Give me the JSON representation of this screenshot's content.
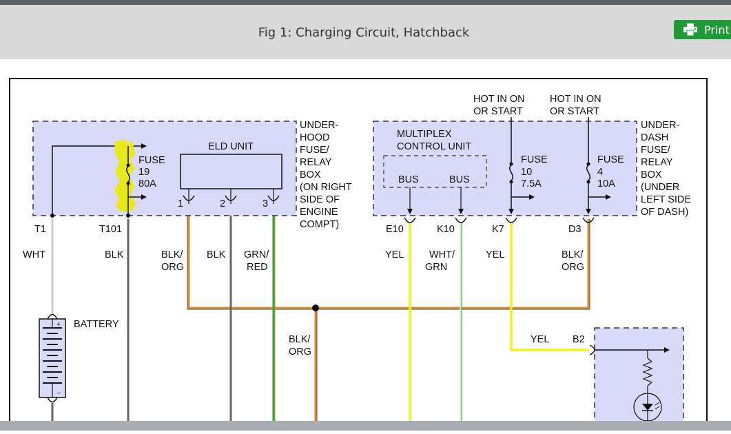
{
  "header": {
    "title": "Fig 1: Charging Circuit, Hatchback",
    "print_label": "Print"
  },
  "colors": {
    "box_fill": "#d9d9fa",
    "highlight": "#e8e81c",
    "wire_wht": "#cccccc",
    "wire_blk": "#666666",
    "wire_org": "#d98a2b",
    "wire_yel": "#f2f21a",
    "wire_grn": "#33aa33",
    "print_button": "#1f9a37"
  },
  "diagram": {
    "underhood_box": {
      "label_lines": [
        "UNDER-",
        "HOOD",
        "FUSE/",
        "RELAY",
        "BOX",
        "(ON RIGHT",
        "SIDE OF",
        "ENGINE",
        "COMPT)"
      ],
      "fuse_lines": [
        "FUSE",
        "19",
        "80A"
      ],
      "eld_label": "ELD UNIT",
      "eld_pins": [
        "1",
        "2",
        "3"
      ]
    },
    "underdash_box": {
      "label_lines": [
        "UNDER-",
        "DASH",
        "FUSE/",
        "RELAY",
        "BOX",
        "(UNDER",
        "LEFT SIDE",
        "OF DASH)"
      ],
      "multiplex_lines": [
        "MULTIPLEX",
        "CONTROL UNIT"
      ],
      "bus_labels": [
        "BUS",
        "BUS"
      ],
      "fuse10_lines": [
        "FUSE",
        "10",
        "7.5A"
      ],
      "fuse4_lines": [
        "FUSE",
        "4",
        "10A"
      ],
      "hot_label_1": [
        "HOT IN ON",
        "OR START"
      ],
      "hot_label_2": [
        "HOT IN ON",
        "OR START"
      ]
    },
    "terminals": [
      "T1",
      "T101",
      "E10",
      "K10",
      "K7",
      "D3",
      "B2"
    ],
    "wire_labels": {
      "t1": "WHT",
      "t101": "BLK",
      "pin1": [
        "BLK/",
        "ORG"
      ],
      "pin2": "BLK",
      "pin3": [
        "GRN/",
        "RED"
      ],
      "e10": "YEL",
      "k10": [
        "WHT/",
        "GRN"
      ],
      "k7": "YEL",
      "d3": [
        "BLK/",
        "ORG"
      ],
      "splice_down": [
        "BLK/",
        "ORG"
      ],
      "b2_wire": "YEL"
    },
    "battery": {
      "label": "BATTERY",
      "plus": "+",
      "minus": "−"
    }
  }
}
